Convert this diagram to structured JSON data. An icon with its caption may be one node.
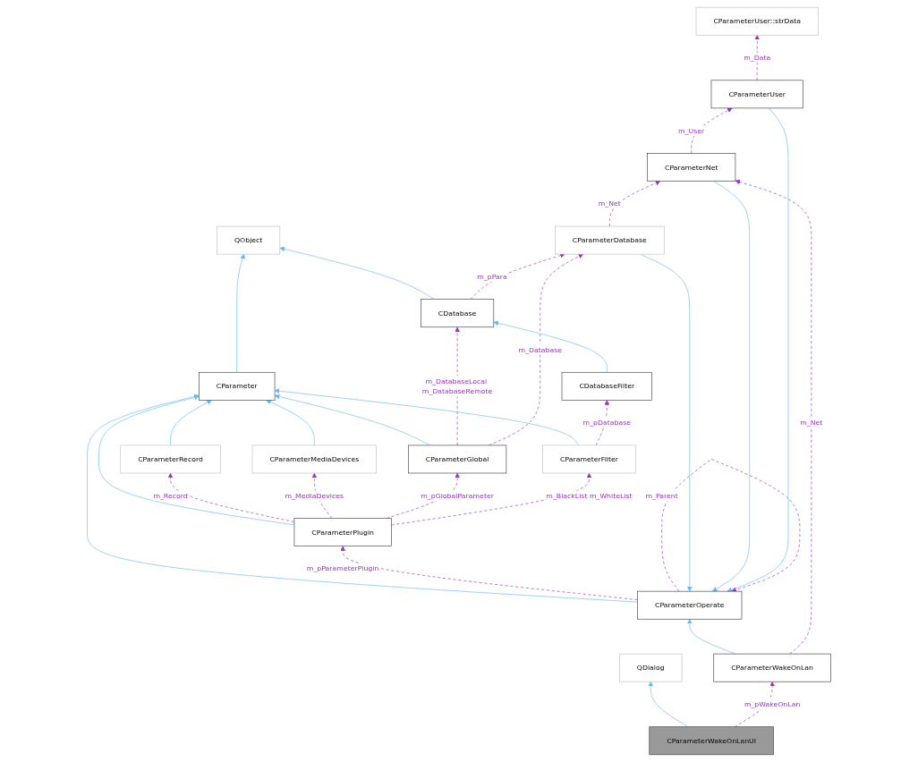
{
  "diagram": {
    "nodes": [
      {
        "text": [
          "QObject"
        ]
      },
      {
        "text": [
          "CParameter"
        ]
      },
      {
        "text": [
          "CParameterUser::strData"
        ]
      },
      {
        "text": [
          "CParameterOperate"
        ]
      },
      {
        "text": [
          "CParameterRecord"
        ]
      },
      {
        "text": [
          "CParameterUser"
        ]
      },
      {
        "text": [
          "CParameterMediaDevices"
        ]
      },
      {
        "text": [
          "CParameterNet"
        ]
      },
      {
        "text": [
          "QDialog"
        ]
      },
      {
        "text": [
          "CParameterWakeOnLan"
        ]
      },
      {
        "text": [
          "CParameterDatabase"
        ]
      },
      {
        "text": [
          "CParameterWakeOnLanUI"
        ]
      },
      {
        "text": [
          "CDatabase"
        ]
      },
      {
        "text": [
          "CParameterGlobal"
        ]
      },
      {
        "text": [
          "CDatabaseFilter"
        ]
      },
      {
        "text": [
          "CParameterFilter"
        ]
      },
      {
        "text": [
          "CParameterPlugin"
        ]
      }
    ],
    "edges": [
      {
        "from": 1,
        "to": 0,
        "arrow": "to",
        "color": "#63b8ff"
      },
      {
        "from": 3,
        "to": 1,
        "arrow": "to",
        "color": "#63b8ff"
      },
      {
        "from": 4,
        "to": 1,
        "arrow": "to",
        "color": "#63b8ff"
      },
      {
        "from": 6,
        "to": 1,
        "arrow": "to",
        "color": "#63b8ff"
      },
      {
        "from": 13,
        "to": 1,
        "arrow": "to",
        "color": "#63b8ff"
      },
      {
        "from": 16,
        "to": 1,
        "arrow": "to",
        "color": "#63b8ff"
      },
      {
        "from": 15,
        "to": 1,
        "arrow": "to",
        "color": "#63b8ff"
      },
      {
        "from": 5,
        "to": 2,
        "arrow": "to",
        "label": "m_Data",
        "style": "dashed"
      },
      {
        "from": 5,
        "to": 3,
        "arrow": "to",
        "color": "#63b8ff"
      },
      {
        "from": 7,
        "to": 3,
        "arrow": "to",
        "color": "#63b8ff"
      },
      {
        "from": 9,
        "to": 3,
        "arrow": "to",
        "color": "#63b8ff"
      },
      {
        "from": 10,
        "to": 3,
        "arrow": "to",
        "color": "#63b8ff"
      },
      {
        "from": 7,
        "to": 5,
        "arrow": "to",
        "label": "m_User",
        "style": "dashed"
      },
      {
        "from": 9,
        "to": 7,
        "arrow": "to",
        "label": "m_Net",
        "style": "dashed"
      },
      {
        "from": 10,
        "to": 7,
        "arrow": "to",
        "label": "m_Net",
        "style": "dashed"
      },
      {
        "from": 12,
        "to": 0,
        "arrow": "to",
        "color": "#63b8ff"
      },
      {
        "from": 11,
        "to": 8,
        "arrow": "to",
        "color": "#63b8ff"
      },
      {
        "from": 11,
        "to": 9,
        "arrow": "to",
        "label": "m_pWakeOnLan",
        "style": "dashed"
      },
      {
        "from": 12,
        "to": 10,
        "arrow": "to",
        "label": "m_pPara",
        "style": "dashed"
      },
      {
        "from": 13,
        "to": 12,
        "arrow": "to",
        "label": "m_DatabaseLocal m_DatabaseRemote",
        "style": "dashed"
      },
      {
        "from": 13,
        "to": 10,
        "arrow": "to",
        "label": "m_Database",
        "style": "dashed"
      },
      {
        "from": 14,
        "to": 12,
        "arrow": "to",
        "color": "#63b8ff"
      },
      {
        "from": 15,
        "to": 14,
        "arrow": "to",
        "label": "m_pDatabase",
        "style": "dashed"
      },
      {
        "from": 3,
        "to": 16,
        "arrow": "to",
        "label": "m_pParameterPlugin",
        "style": "dashed"
      },
      {
        "from": 16,
        "to": 4,
        "arrow": "to",
        "label": "m_Record",
        "style": "dashed"
      },
      {
        "from": 16,
        "to": 6,
        "arrow": "to",
        "label": "m_MediaDevices",
        "style": "dashed"
      },
      {
        "from": 16,
        "to": 13,
        "arrow": "to",
        "label": "m_pGlobalParameter",
        "style": "dashed"
      },
      {
        "from": 16,
        "to": 15,
        "arrow": "to",
        "label": "m_BlackList m_WhiteList",
        "style": "dashed"
      },
      {
        "from": 3,
        "to": 3,
        "arrow": "to",
        "label": "m_Parent",
        "style": "dashed"
      }
    ]
  }
}
